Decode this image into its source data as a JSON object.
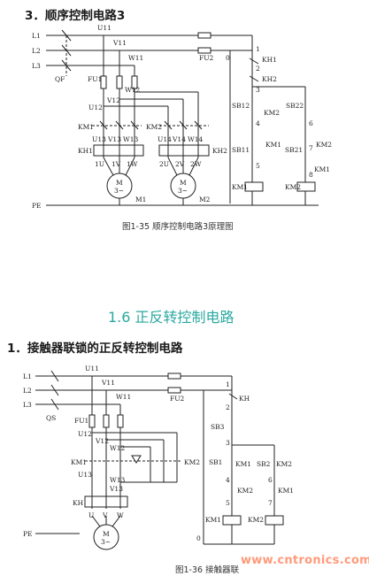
{
  "heading_1": "3．顺序控制电路3",
  "caption_1": "图1-35  顺序控制电路3原理图",
  "section_title": "1.6  正反转控制电路",
  "heading_2": "1．接触器联锁的正反转控制电路",
  "caption_2": "图1-36  接触器联",
  "watermark": "www.cntronics.com",
  "colors": {
    "section_title": "#2aa8a0",
    "watermark": "#ff9a7a",
    "line": "#222222"
  },
  "d1": {
    "L1": "L1",
    "L2": "L2",
    "L3": "L3",
    "PE": "PE",
    "QF": "QF",
    "U11": "U11",
    "V11": "V11",
    "W11": "W11",
    "FU1": "FU1",
    "FU2": "FU2",
    "W12": "W12",
    "V12": "V12",
    "U12": "U12",
    "KM1": "KM1",
    "KM2": "KM2",
    "KH1": "KH1",
    "KH2": "KH2",
    "U13": "U13",
    "V13": "V13",
    "W13": "W13",
    "U14": "U14",
    "V14": "V14",
    "W14": "W14",
    "1U": "1U",
    "1V": "1V",
    "1W": "1W",
    "2U": "2U",
    "2V": "2V",
    "2W": "2W",
    "M": "M",
    "M_sym": "3~",
    "M1": "M1",
    "M2": "M2",
    "n0": "0",
    "n1": "1",
    "n2": "2",
    "n3": "3",
    "n4": "4",
    "n5": "5",
    "n6": "6",
    "n7": "7",
    "n8": "8",
    "SB12": "SB12",
    "SB22": "SB22",
    "SB11": "SB11",
    "SB21": "SB21",
    "c_KH1": "KH1",
    "c_KH2": "KH2",
    "c_KM1a": "KM1",
    "c_KM1b": "KM1",
    "c_KM2a": "KM2",
    "c_KM2b": "KM2",
    "coil_KM1": "KM1",
    "coil_KM2": "KM2"
  },
  "d2": {
    "L1": "L1",
    "L2": "L2",
    "L3": "L3",
    "PE": "PE",
    "QS": "QS",
    "U11": "U11",
    "V11": "V11",
    "W11": "W11",
    "FU1": "FU1",
    "FU2": "FU2",
    "U12": "U12",
    "V12": "V12",
    "W12": "W12",
    "U13": "U13",
    "V13": "V13",
    "W13": "W13",
    "KM1": "KM1",
    "KM2": "KM2",
    "KH": "KH",
    "U": "U",
    "V": "V",
    "W": "W",
    "M": "M",
    "M_sym": "3~",
    "n0": "0",
    "n1": "1",
    "n2": "2",
    "n3": "3",
    "n4": "4",
    "n5": "5",
    "n6": "6",
    "n7": "7",
    "c_KH": "KH",
    "SB3": "SB3",
    "SB1": "SB1",
    "SB2": "SB2",
    "c_KM1a": "KM1",
    "c_KM2a": "KM2",
    "c_KM2b": "KM2",
    "c_KM1b": "KM1",
    "coil_KM1": "KM1",
    "coil_KM2": "KM2"
  }
}
